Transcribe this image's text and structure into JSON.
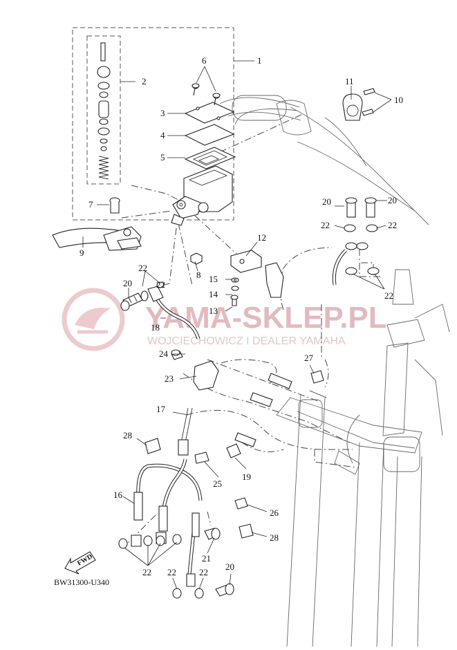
{
  "diagram": {
    "code": "BW31300-U340",
    "fwd_label": "FWD",
    "watermark": {
      "brand": "YAMA-SKLEP.PL",
      "subtitle": "WOJCIECHOWICZ I DEALER YAMAHA"
    },
    "callouts": [
      "1",
      "2",
      "3",
      "4",
      "5",
      "6",
      "7",
      "8",
      "9",
      "10",
      "11",
      "12",
      "13",
      "14",
      "15",
      "16",
      "17",
      "18",
      "19",
      "20",
      "20",
      "20",
      "20",
      "21",
      "22",
      "22",
      "22",
      "22",
      "22",
      "22",
      "22",
      "22",
      "23",
      "24",
      "25",
      "26",
      "27",
      "28",
      "28"
    ]
  }
}
